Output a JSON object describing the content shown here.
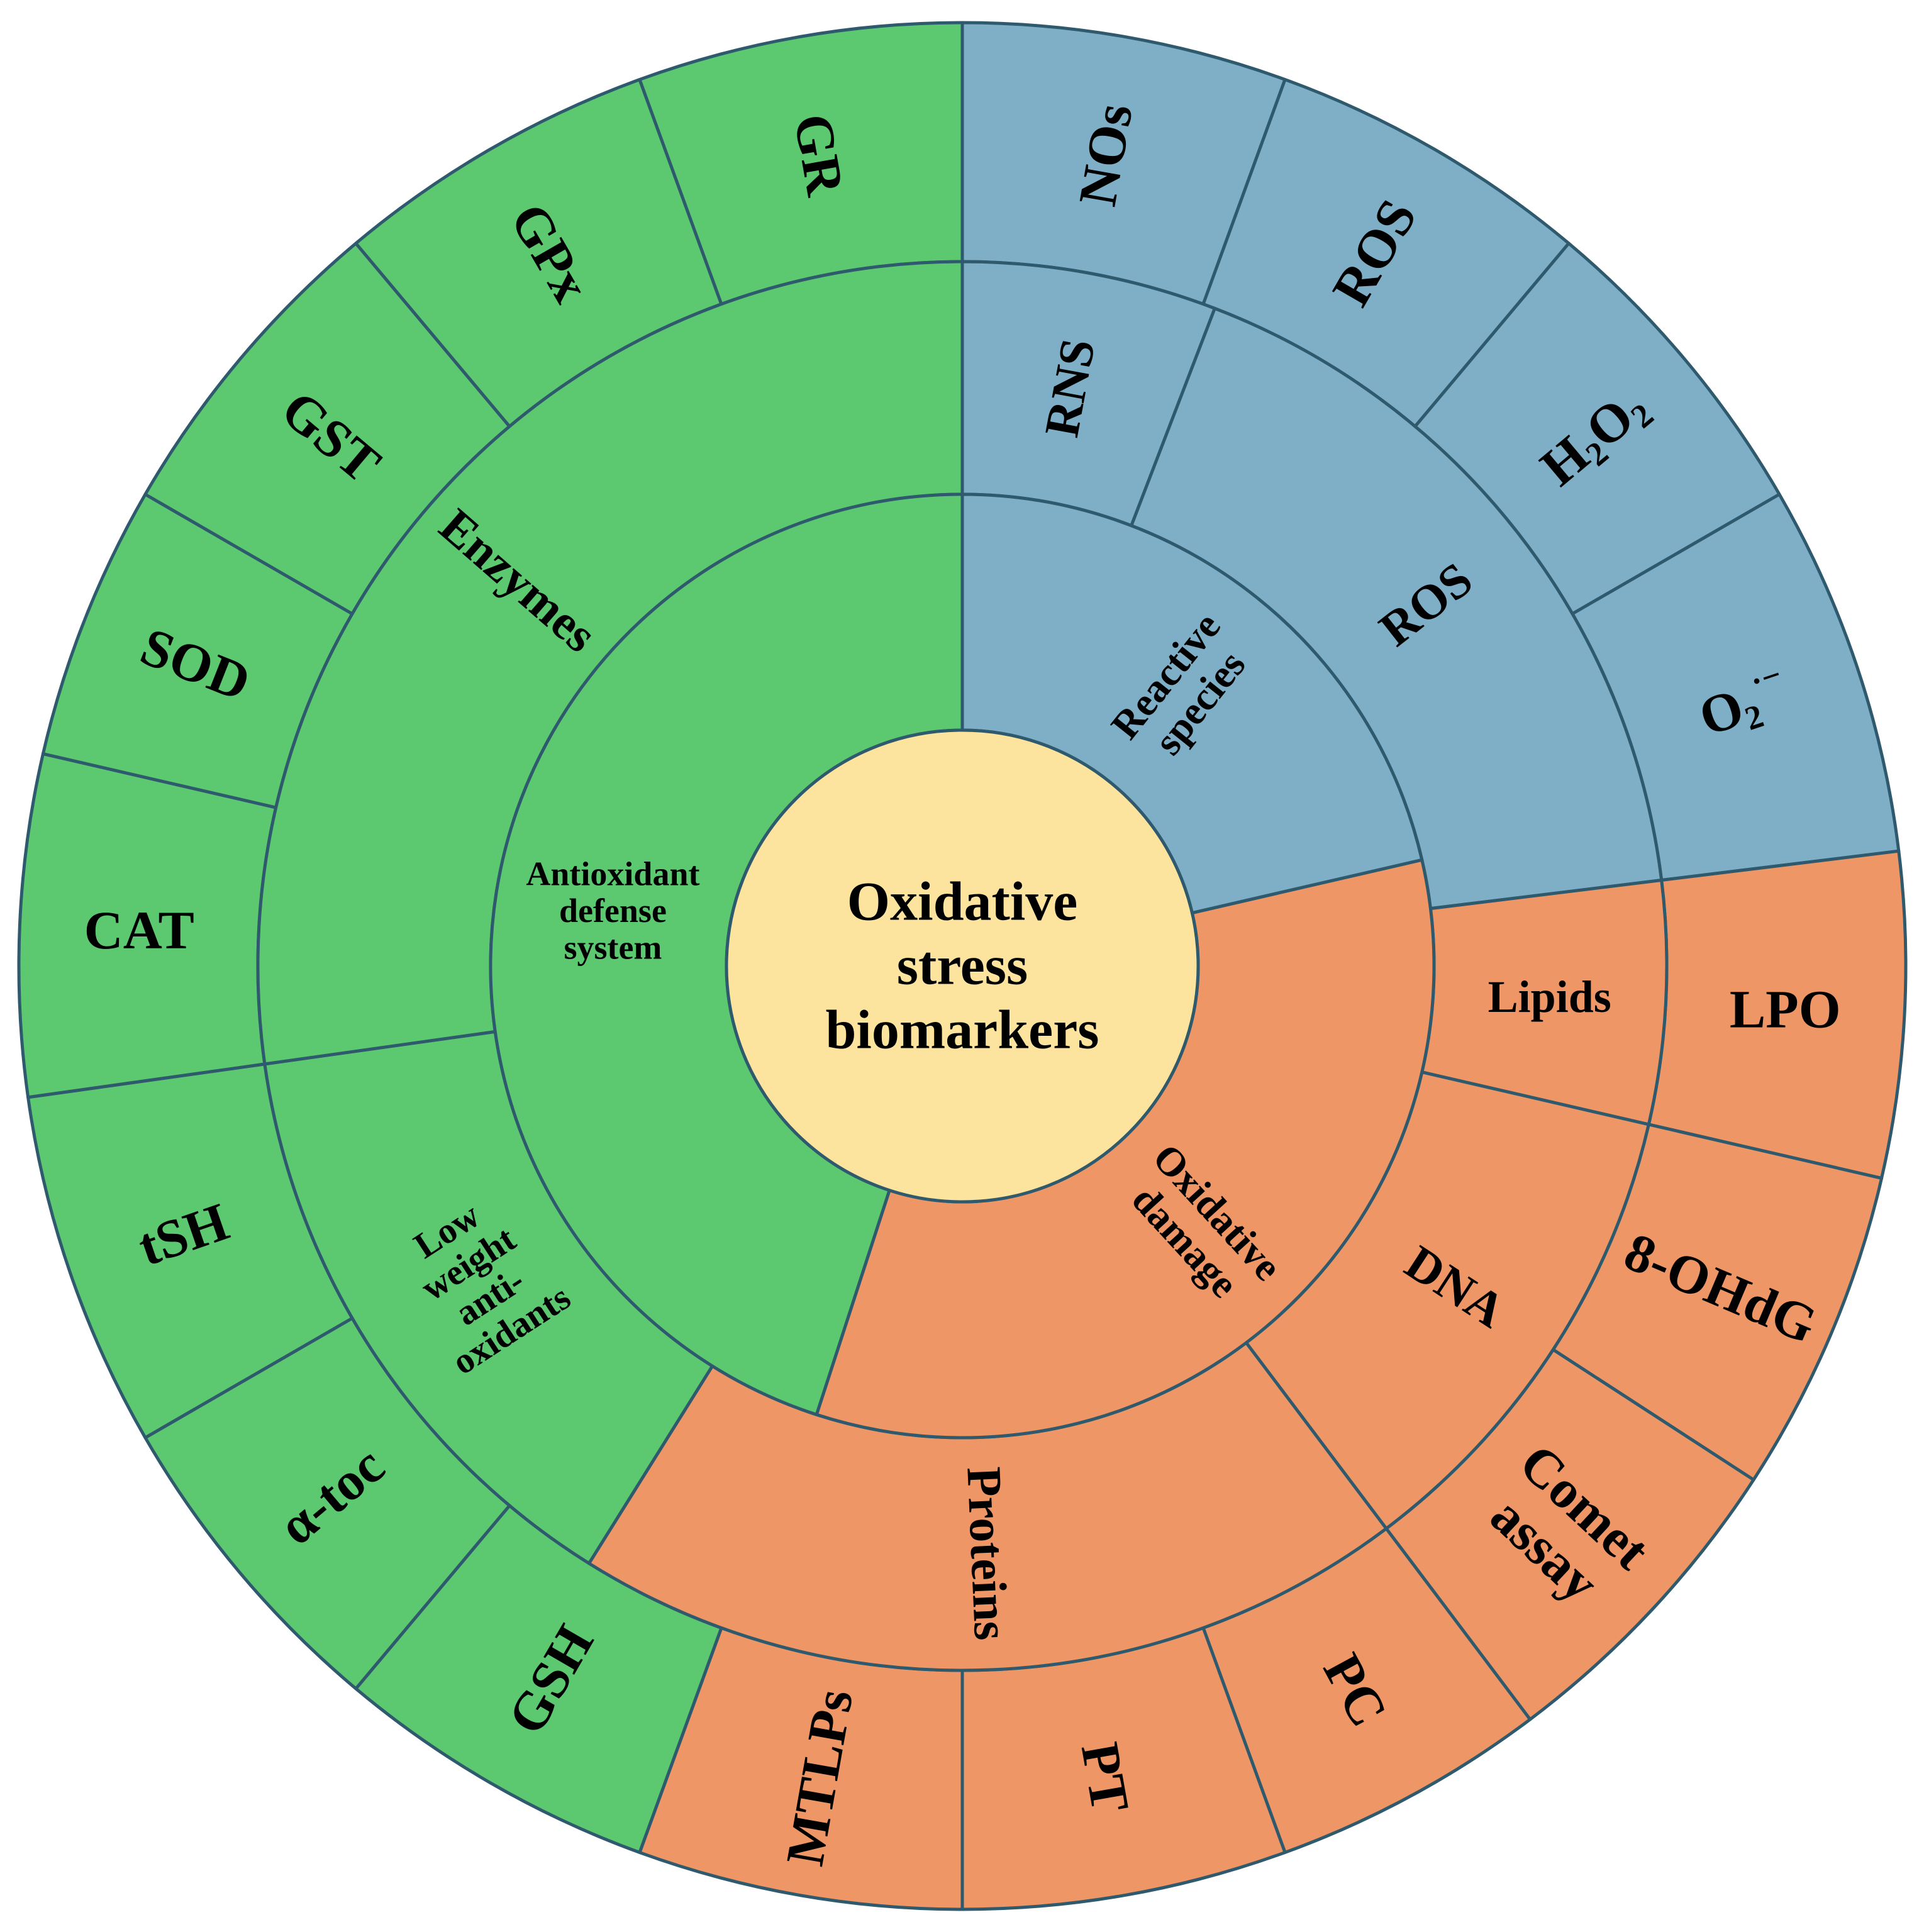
{
  "center": {
    "lines": [
      "Oxidative",
      "stress",
      "biomarkers"
    ],
    "fill": "#FCE49E"
  },
  "colors": {
    "blue": "#7FAFC7",
    "orange": "#EE9665",
    "green": "#5CC971",
    "stroke": "#2F5A6E"
  },
  "ring1": [
    {
      "id": "reactive-species",
      "lines": [
        "Reactive",
        "species"
      ],
      "color": "blue",
      "start": 0,
      "end": 77,
      "font": 64,
      "rot": true,
      "r": 1
    },
    {
      "id": "oxidative-damage",
      "lines": [
        "Oxidative",
        "damage"
      ],
      "color": "orange",
      "start": 77,
      "end": 198,
      "font": 64,
      "rot": true,
      "r": 1
    },
    {
      "id": "antioxidant-defense-system",
      "lines": [
        "Antioxidant",
        "defense",
        "system"
      ],
      "color": "green",
      "start": 198,
      "end": 360,
      "font": 54,
      "rot": false,
      "r": 1
    }
  ],
  "ring2": [
    {
      "id": "rns",
      "lines": [
        "RNS"
      ],
      "color": "blue",
      "start": 0,
      "end": 21,
      "font": 78
    },
    {
      "id": "ros",
      "lines": [
        "ROS"
      ],
      "color": "blue",
      "start": 21,
      "end": 83,
      "font": 78
    },
    {
      "id": "lipids",
      "lines": [
        "Lipids"
      ],
      "color": "orange",
      "start": 83,
      "end": 103,
      "font": 72,
      "rot": false
    },
    {
      "id": "dna",
      "lines": [
        "DNA"
      ],
      "color": "orange",
      "start": 103,
      "end": 143,
      "font": 78
    },
    {
      "id": "proteins",
      "lines": [
        "Proteins"
      ],
      "color": "orange",
      "start": 143,
      "end": 212,
      "font": 78
    },
    {
      "id": "low-weight-antioxidants",
      "lines": [
        "Low",
        "weight",
        "anti-",
        "oxidants"
      ],
      "color": "green",
      "start": 212,
      "end": 262,
      "font": 58,
      "r": 0.9
    },
    {
      "id": "enzymes",
      "lines": [
        "Enzymes"
      ],
      "color": "green",
      "start": 262,
      "end": 360,
      "font": 78
    }
  ],
  "ring3": [
    {
      "id": "nos",
      "lines": [
        "NOs"
      ],
      "color": "blue",
      "start": 0,
      "end": 20
    },
    {
      "id": "ros-outer",
      "lines": [
        "ROS"
      ],
      "color": "blue",
      "start": 20,
      "end": 40
    },
    {
      "id": "h2o2",
      "lines": [
        "H2O2"
      ],
      "color": "blue",
      "start": 40,
      "end": 60,
      "chem": "h2o2"
    },
    {
      "id": "superoxide",
      "lines": [
        "O2·−"
      ],
      "color": "blue",
      "start": 60,
      "end": 83,
      "chem": "o2"
    },
    {
      "id": "lpo",
      "lines": [
        "LPO"
      ],
      "color": "orange",
      "start": 83,
      "end": 103,
      "rot": false
    },
    {
      "id": "8-ohdg",
      "lines": [
        "8-OHdG"
      ],
      "color": "orange",
      "start": 103,
      "end": 123
    },
    {
      "id": "comet-assay",
      "lines": [
        "Comet",
        "assay"
      ],
      "color": "orange",
      "start": 123,
      "end": 143
    },
    {
      "id": "pc",
      "lines": [
        "PC"
      ],
      "color": "orange",
      "start": 143,
      "end": 160
    },
    {
      "id": "pt",
      "lines": [
        "PT"
      ],
      "color": "orange",
      "start": 160,
      "end": 180
    },
    {
      "id": "mtlps",
      "lines": [
        "MTLPs"
      ],
      "color": "orange",
      "start": 180,
      "end": 200
    },
    {
      "id": "gsh",
      "lines": [
        "GSH"
      ],
      "color": "green",
      "start": 200,
      "end": 220
    },
    {
      "id": "alpha-toc",
      "lines": [
        "α-toc"
      ],
      "color": "green",
      "start": 220,
      "end": 240
    },
    {
      "id": "tsh",
      "lines": [
        "tSH"
      ],
      "color": "green",
      "start": 240,
      "end": 262
    },
    {
      "id": "cat",
      "lines": [
        "CAT"
      ],
      "color": "green",
      "start": 262,
      "end": 283,
      "rot": false
    },
    {
      "id": "sod",
      "lines": [
        "SOD"
      ],
      "color": "green",
      "start": 283,
      "end": 300
    },
    {
      "id": "gst",
      "lines": [
        "GST"
      ],
      "color": "green",
      "start": 300,
      "end": 320
    },
    {
      "id": "gpx",
      "lines": [
        "GPx"
      ],
      "color": "green",
      "start": 320,
      "end": 340
    },
    {
      "id": "gr",
      "lines": [
        "GR"
      ],
      "color": "green",
      "start": 340,
      "end": 360
    }
  ]
}
